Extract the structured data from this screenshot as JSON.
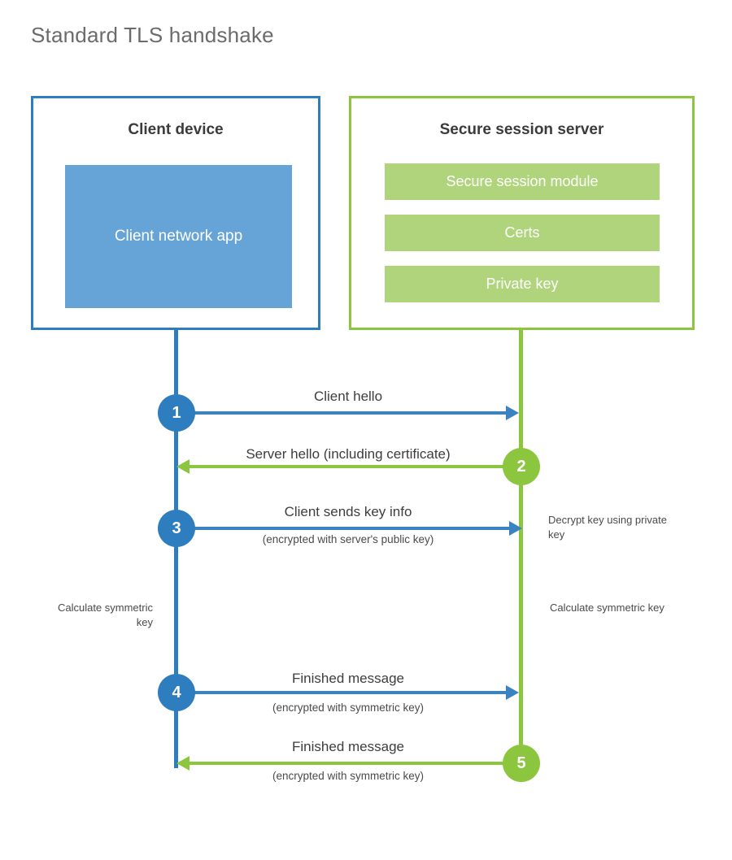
{
  "title": "Standard TLS handshake",
  "colors": {
    "client_border": "#2E7DBE",
    "client_fill": "#66A4D7",
    "server_border": "#8CC63E",
    "server_fill": "#AFD47C",
    "client_arrow": "#3A82C0",
    "server_arrow": "#8CC63E",
    "title_text": "#6b6b6b",
    "body_text": "#3d3d3d"
  },
  "client": {
    "title": "Client device",
    "app_label": "Client network app"
  },
  "server": {
    "title": "Secure session server",
    "components": [
      {
        "label": "Secure session module"
      },
      {
        "label": "Certs"
      },
      {
        "label": "Private key"
      }
    ]
  },
  "steps": [
    {
      "number": "1",
      "label": "Client hello",
      "sublabel": "",
      "direction": "client-to-server",
      "color": "#2E7DBE"
    },
    {
      "number": "2",
      "label": "Server hello (including certificate)",
      "sublabel": "",
      "direction": "server-to-client",
      "color": "#8CC63E"
    },
    {
      "number": "3",
      "label": "Client sends key info",
      "sublabel": "(encrypted with server's public key)",
      "direction": "client-to-server",
      "color": "#2E7DBE"
    },
    {
      "number": "4",
      "label": "Finished message",
      "sublabel": "(encrypted with symmetric key)",
      "direction": "client-to-server",
      "color": "#2E7DBE"
    },
    {
      "number": "5",
      "label": "Finished message",
      "sublabel": "(encrypted with symmetric key)",
      "direction": "server-to-client",
      "color": "#8CC63E"
    }
  ],
  "notes": {
    "decrypt_key": "Decrypt key using private key",
    "client_calculate": "Calculate symmetric key",
    "server_calculate": "Calculate symmetric key"
  }
}
